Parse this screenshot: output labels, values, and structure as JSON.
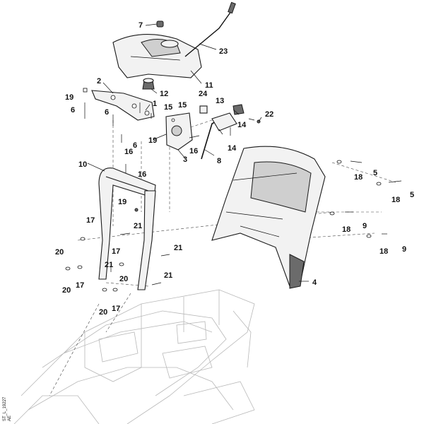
{
  "drawing_id": "ST_L_19227",
  "drawing_id_suffix": "AE",
  "callouts": [
    {
      "id": "c7",
      "text": "7"
    },
    {
      "id": "c23",
      "text": "23"
    },
    {
      "id": "c11",
      "text": "11"
    },
    {
      "id": "c2",
      "text": "2"
    },
    {
      "id": "c12",
      "text": "12"
    },
    {
      "id": "c19a",
      "text": "19"
    },
    {
      "id": "c6a",
      "text": "6"
    },
    {
      "id": "c6b",
      "text": "6"
    },
    {
      "id": "c1",
      "text": "1"
    },
    {
      "id": "c15a",
      "text": "15"
    },
    {
      "id": "c15b",
      "text": "15"
    },
    {
      "id": "c24",
      "text": "24"
    },
    {
      "id": "c13",
      "text": "13"
    },
    {
      "id": "c22",
      "text": "22"
    },
    {
      "id": "c14a",
      "text": "14"
    },
    {
      "id": "c14b",
      "text": "14"
    },
    {
      "id": "c19b",
      "text": "19"
    },
    {
      "id": "c6c",
      "text": "6"
    },
    {
      "id": "c16a",
      "text": "16"
    },
    {
      "id": "c3",
      "text": "3"
    },
    {
      "id": "c8",
      "text": "8"
    },
    {
      "id": "c16b",
      "text": "16"
    },
    {
      "id": "c10",
      "text": "10"
    },
    {
      "id": "c16c",
      "text": "16"
    },
    {
      "id": "c19c",
      "text": "19"
    },
    {
      "id": "c18a",
      "text": "18"
    },
    {
      "id": "c5a",
      "text": "5"
    },
    {
      "id": "c18b",
      "text": "18"
    },
    {
      "id": "c5b",
      "text": "5"
    },
    {
      "id": "c18c",
      "text": "18"
    },
    {
      "id": "c9a",
      "text": "9"
    },
    {
      "id": "c18d",
      "text": "18"
    },
    {
      "id": "c9b",
      "text": "9"
    },
    {
      "id": "c17a",
      "text": "17"
    },
    {
      "id": "c21a",
      "text": "21"
    },
    {
      "id": "c20a",
      "text": "20"
    },
    {
      "id": "c17b",
      "text": "17"
    },
    {
      "id": "c21b",
      "text": "21"
    },
    {
      "id": "c20b",
      "text": "20"
    },
    {
      "id": "c17c",
      "text": "17"
    },
    {
      "id": "c21c",
      "text": "21"
    },
    {
      "id": "c20c",
      "text": "20"
    },
    {
      "id": "c20d",
      "text": "20"
    },
    {
      "id": "c17d",
      "text": "17"
    },
    {
      "id": "c21d",
      "text": "21"
    },
    {
      "id": "c4",
      "text": "4"
    }
  ]
}
